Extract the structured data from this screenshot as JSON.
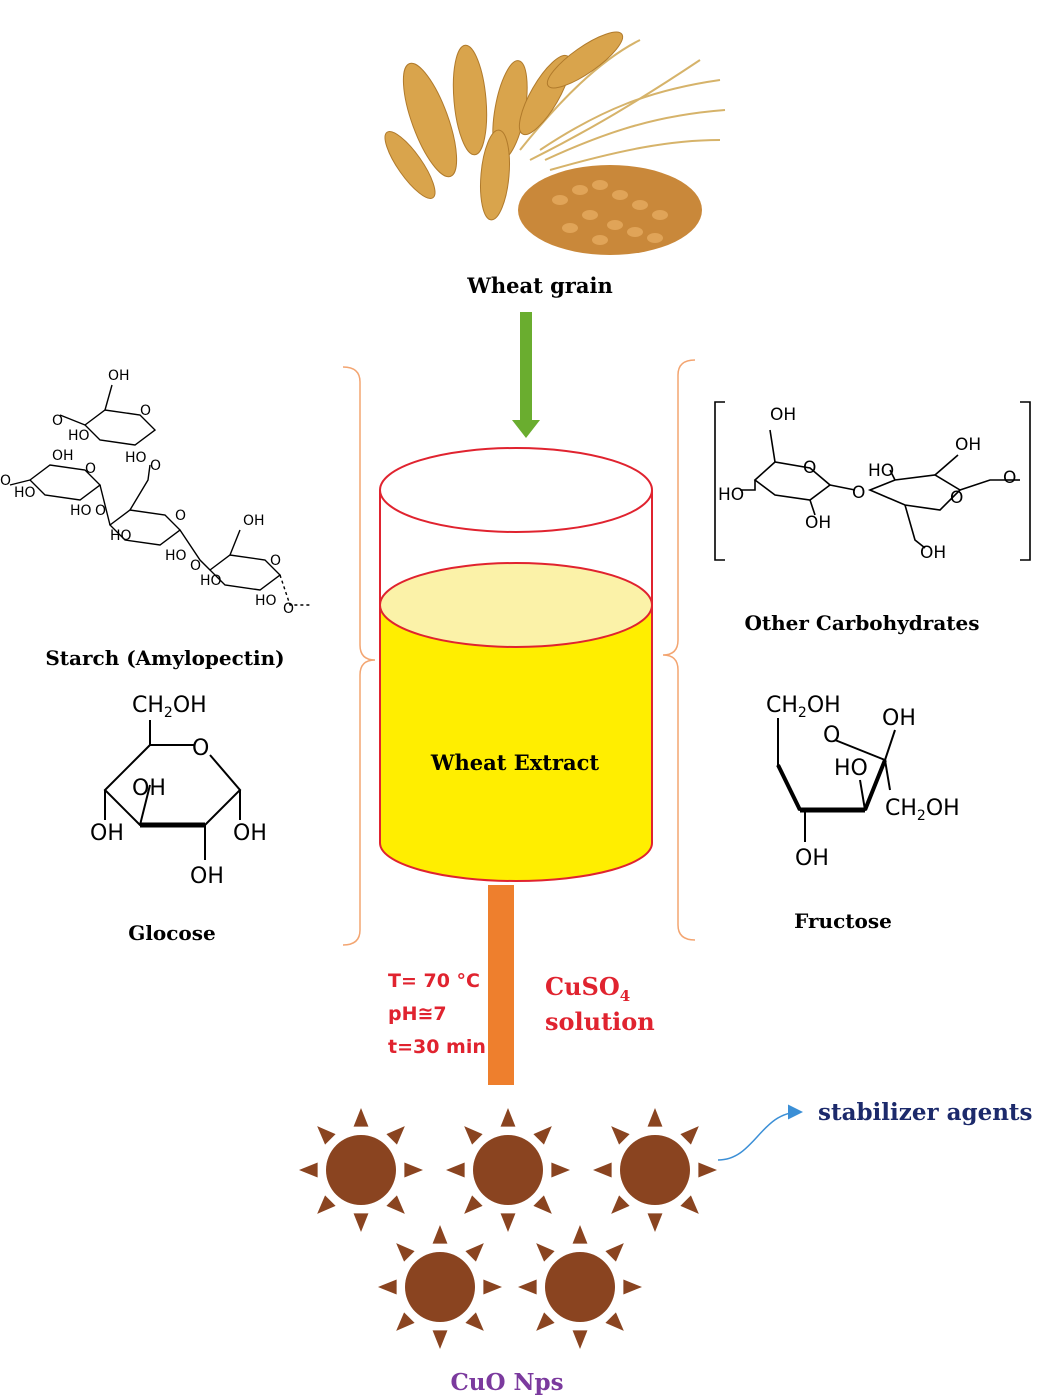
{
  "labels": {
    "wheat_grain": "Wheat grain",
    "wheat_extract": "Wheat Extract",
    "starch": "Starch (Amylopectin)",
    "glucose": "Glocose",
    "other_carbs": "Other Carbohydrates",
    "fructose": "Fructose",
    "cuso4_main": "CuSO",
    "cuso4_sub": "4",
    "solution": "solution",
    "stabilizer": "stabilizer agents",
    "cuo": "CuO Nps"
  },
  "conditions": {
    "temp": "T= 70 °C",
    "ph": "pH≅7",
    "time": "t=30 min"
  },
  "chem": {
    "oh": "OH",
    "ho": "HO",
    "o": "O",
    "ch2oh": "CH",
    "ch2oh_sub": "2",
    "ch2oh_tail": "OH"
  },
  "colors": {
    "arrow_green": "#6aad2f",
    "stem_orange": "#ee7f2d",
    "beaker_red": "#e0232f",
    "liquid": "#ffee00",
    "liquid_top": "#fbf2a8",
    "bracket": "#f3a571",
    "nanoparticle": "#8a4420",
    "condition_red": "#e0232f",
    "stabilizer_blue": "#1c2a6b",
    "cuo_purple": "#7b3a9e",
    "curve_blue": "#3b8fd6"
  }
}
